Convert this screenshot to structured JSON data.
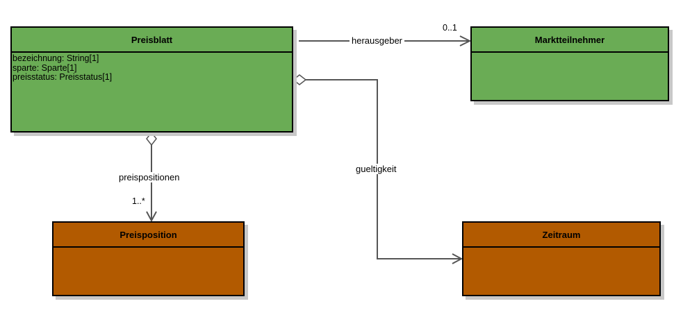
{
  "classes": {
    "preisblatt": {
      "name": "Preisblatt",
      "attributes": [
        "bezeichnung: String[1]",
        "sparte: Sparte[1]",
        "preisstatus: Preisstatus[1]"
      ]
    },
    "marktteilnehmer": {
      "name": "Marktteilnehmer"
    },
    "preisposition": {
      "name": "Preisposition"
    },
    "zeitraum": {
      "name": "Zeitraum"
    }
  },
  "associations": {
    "herausgeber": {
      "label": "herausgeber",
      "multiplicity": "0..1"
    },
    "preispositionen": {
      "label": "preispositionen",
      "multiplicity": "1..*"
    },
    "gueltigkeit": {
      "label": "gueltigkeit"
    }
  },
  "colors": {
    "green": "#6aac55",
    "orange": "#b25a00"
  }
}
